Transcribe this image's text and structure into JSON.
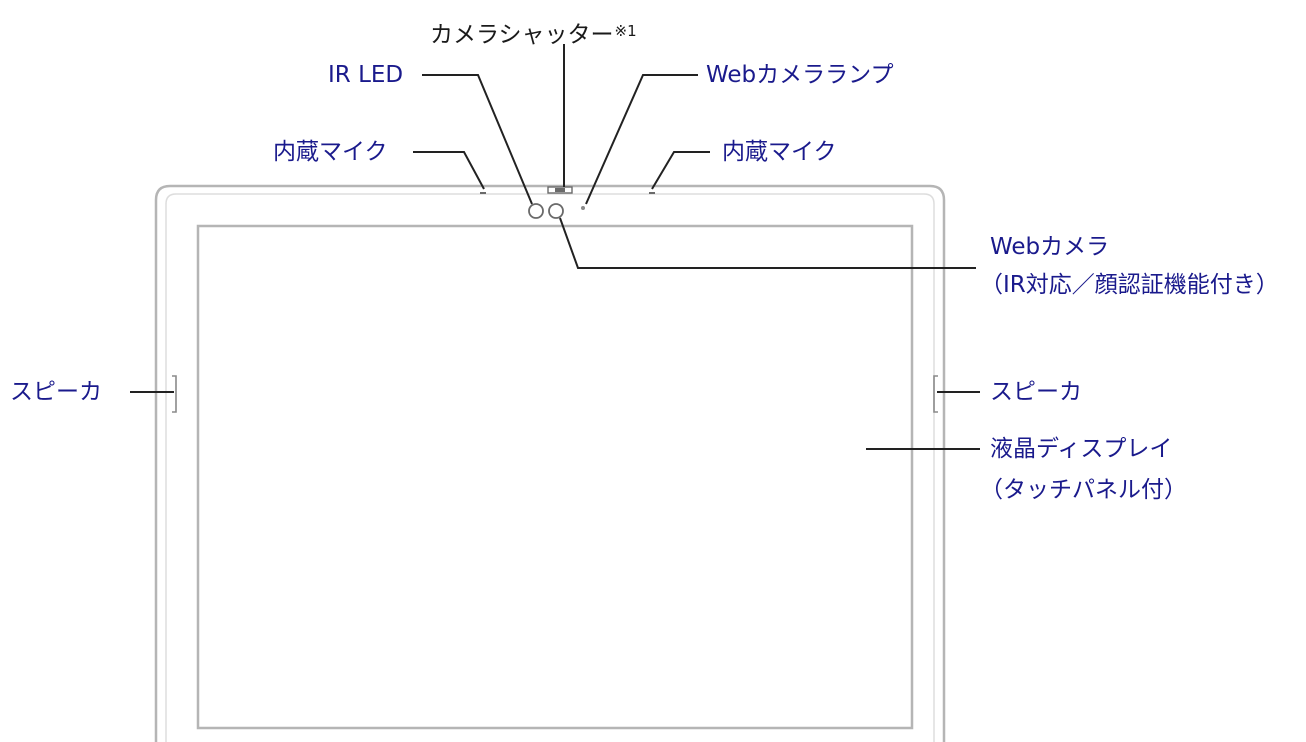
{
  "labels": {
    "camera_shutter": "カメラシャッター",
    "camera_shutter_note": "※1",
    "ir_led": "IR LED",
    "webcam_lamp": "Webカメラランプ",
    "mic_left": "内蔵マイク",
    "mic_right": "内蔵マイク",
    "webcam_line1": "Webカメラ",
    "webcam_line2": "（IR対応／顔認証機能付き）",
    "speaker_left": "スピーカ",
    "speaker_right": "スピーカ",
    "display_line1": "液晶ディスプレイ",
    "display_line2": "（タッチパネル付）"
  },
  "colors": {
    "label_text": "#1a1a8c",
    "title_text": "#1a1a1a",
    "leader_line": "#222222",
    "device_outline": "#b5b5b5"
  }
}
